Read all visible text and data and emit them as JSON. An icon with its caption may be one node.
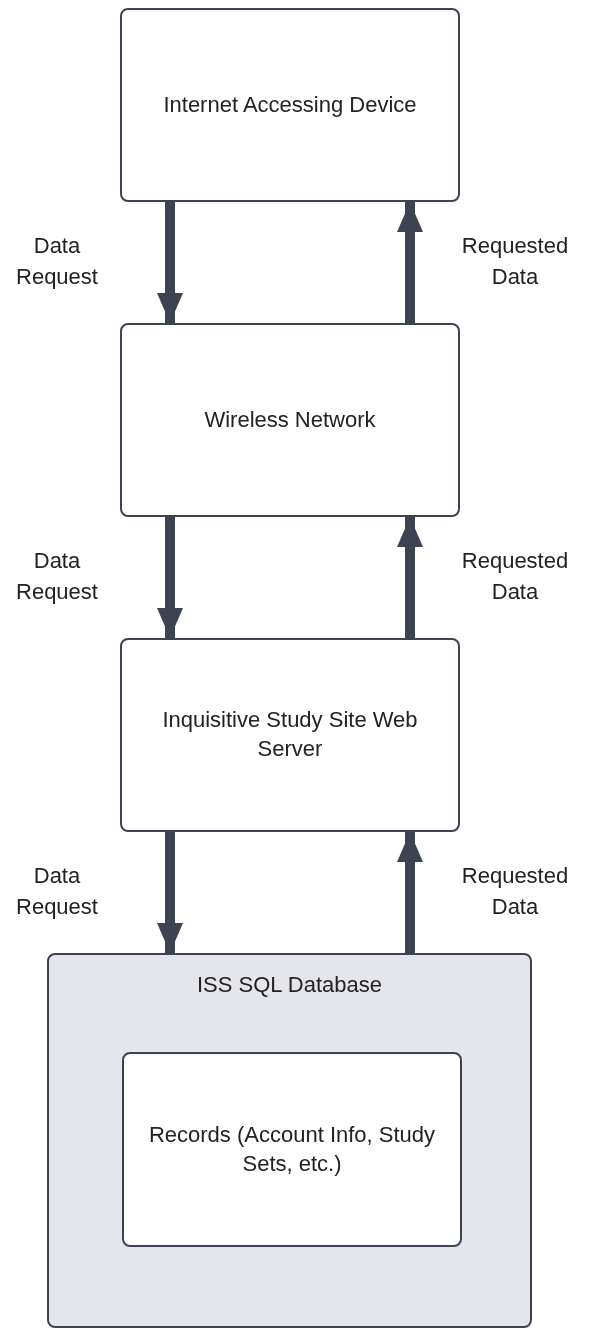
{
  "diagram": {
    "nodes": [
      {
        "text": [
          "Internet Accessing Device"
        ]
      },
      {
        "text": [
          "Wireless Network"
        ]
      },
      {
        "text": [
          "Inquisitive Study Site Web Server"
        ]
      },
      {
        "text": [
          "ISS SQL Database"
        ]
      },
      {
        "text": [
          "Records (Account Info, Study Sets, etc.)"
        ],
        "in": 3
      }
    ],
    "edges": [
      {
        "from": 0,
        "to": 1,
        "arrow": "to",
        "label": "Data Request"
      },
      {
        "from": 1,
        "to": 0,
        "arrow": "to",
        "label": "Requested Data"
      },
      {
        "from": 1,
        "to": 2,
        "arrow": "to",
        "label": "Data Request"
      },
      {
        "from": 2,
        "to": 1,
        "arrow": "to",
        "label": "Requested Data"
      },
      {
        "from": 2,
        "to": 3,
        "arrow": "to",
        "label": "Data Request"
      },
      {
        "from": 3,
        "to": 2,
        "arrow": "to",
        "label": "Requested Data"
      }
    ]
  }
}
